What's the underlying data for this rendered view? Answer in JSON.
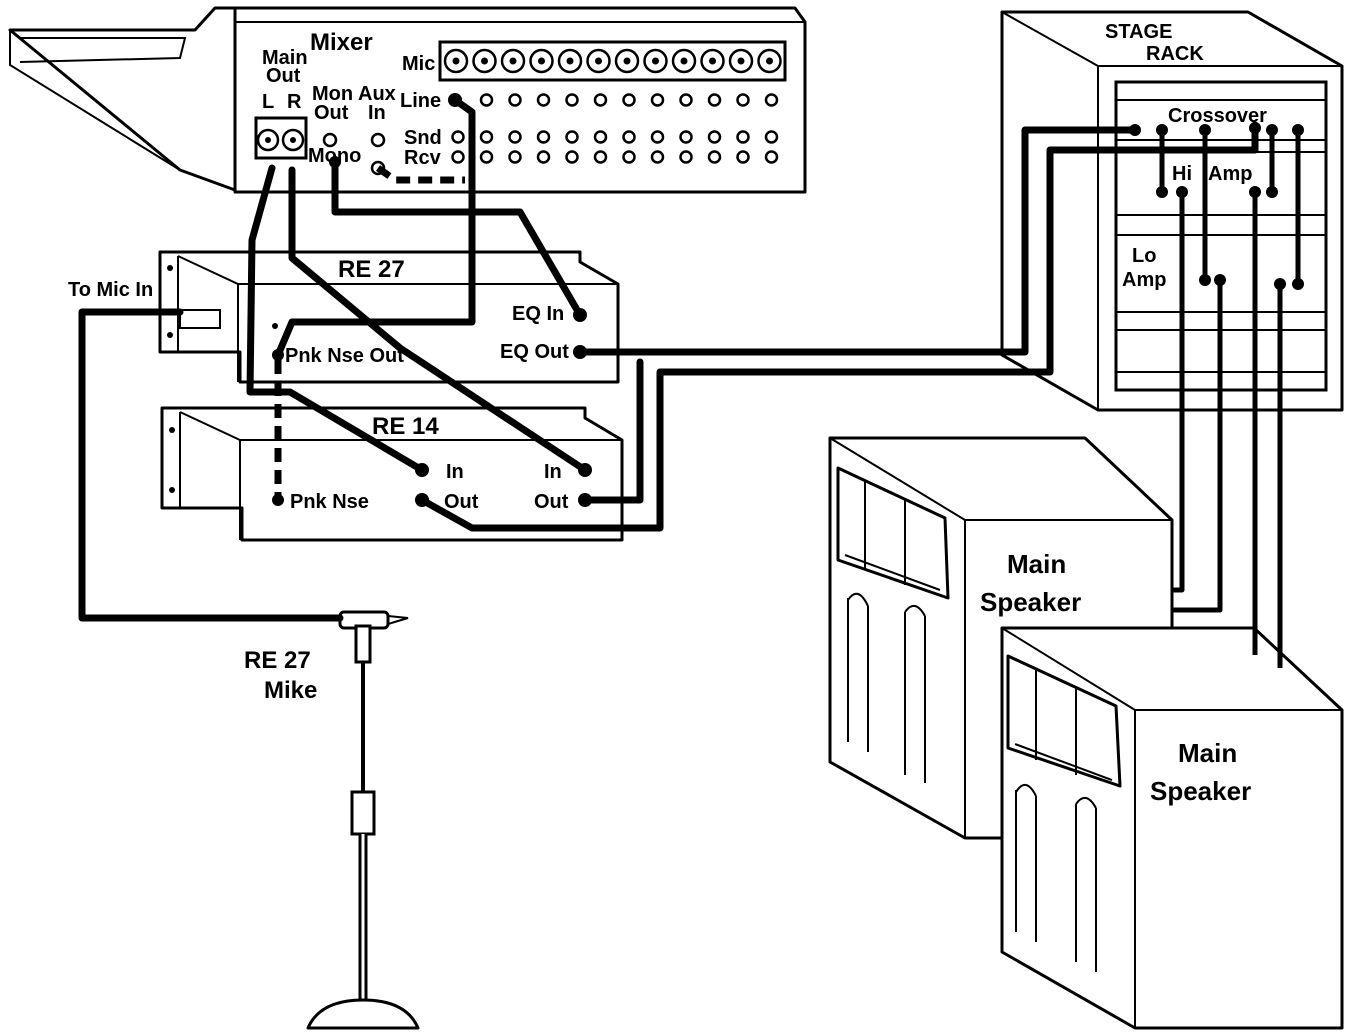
{
  "mixer": {
    "title": "Mixer",
    "main_out_1": "Main",
    "main_out_2": "Out",
    "left": "L",
    "right": "R",
    "mon_1": "Mon",
    "mon_2": "Out",
    "aux_1": "Aux",
    "aux_2": "In",
    "mic": "Mic",
    "line": "Line",
    "snd": "Snd",
    "rcv": "Rcv",
    "mono": "Mono"
  },
  "re27": {
    "title": "RE 27",
    "to_mic_in": "To Mic In",
    "eq_in": "EQ In",
    "eq_out": "EQ Out",
    "pnk_nse_out": "Pnk Nse Out"
  },
  "re14": {
    "title": "RE 14",
    "in_left": "In",
    "out_left": "Out",
    "in_right": "In",
    "out_right": "Out",
    "pnk_nse": "Pnk Nse"
  },
  "mike": {
    "line1": "RE 27",
    "line2": "Mike"
  },
  "stage_rack": {
    "title1": "STAGE",
    "title2": "RACK",
    "crossover": "Crossover",
    "hi": "Hi",
    "amp": "Amp",
    "lo": "Lo",
    "lo_amp": "Amp"
  },
  "speaker1": {
    "line1": "Main",
    "line2": "Speaker"
  },
  "speaker2": {
    "line1": "Main",
    "line2": "Speaker"
  }
}
